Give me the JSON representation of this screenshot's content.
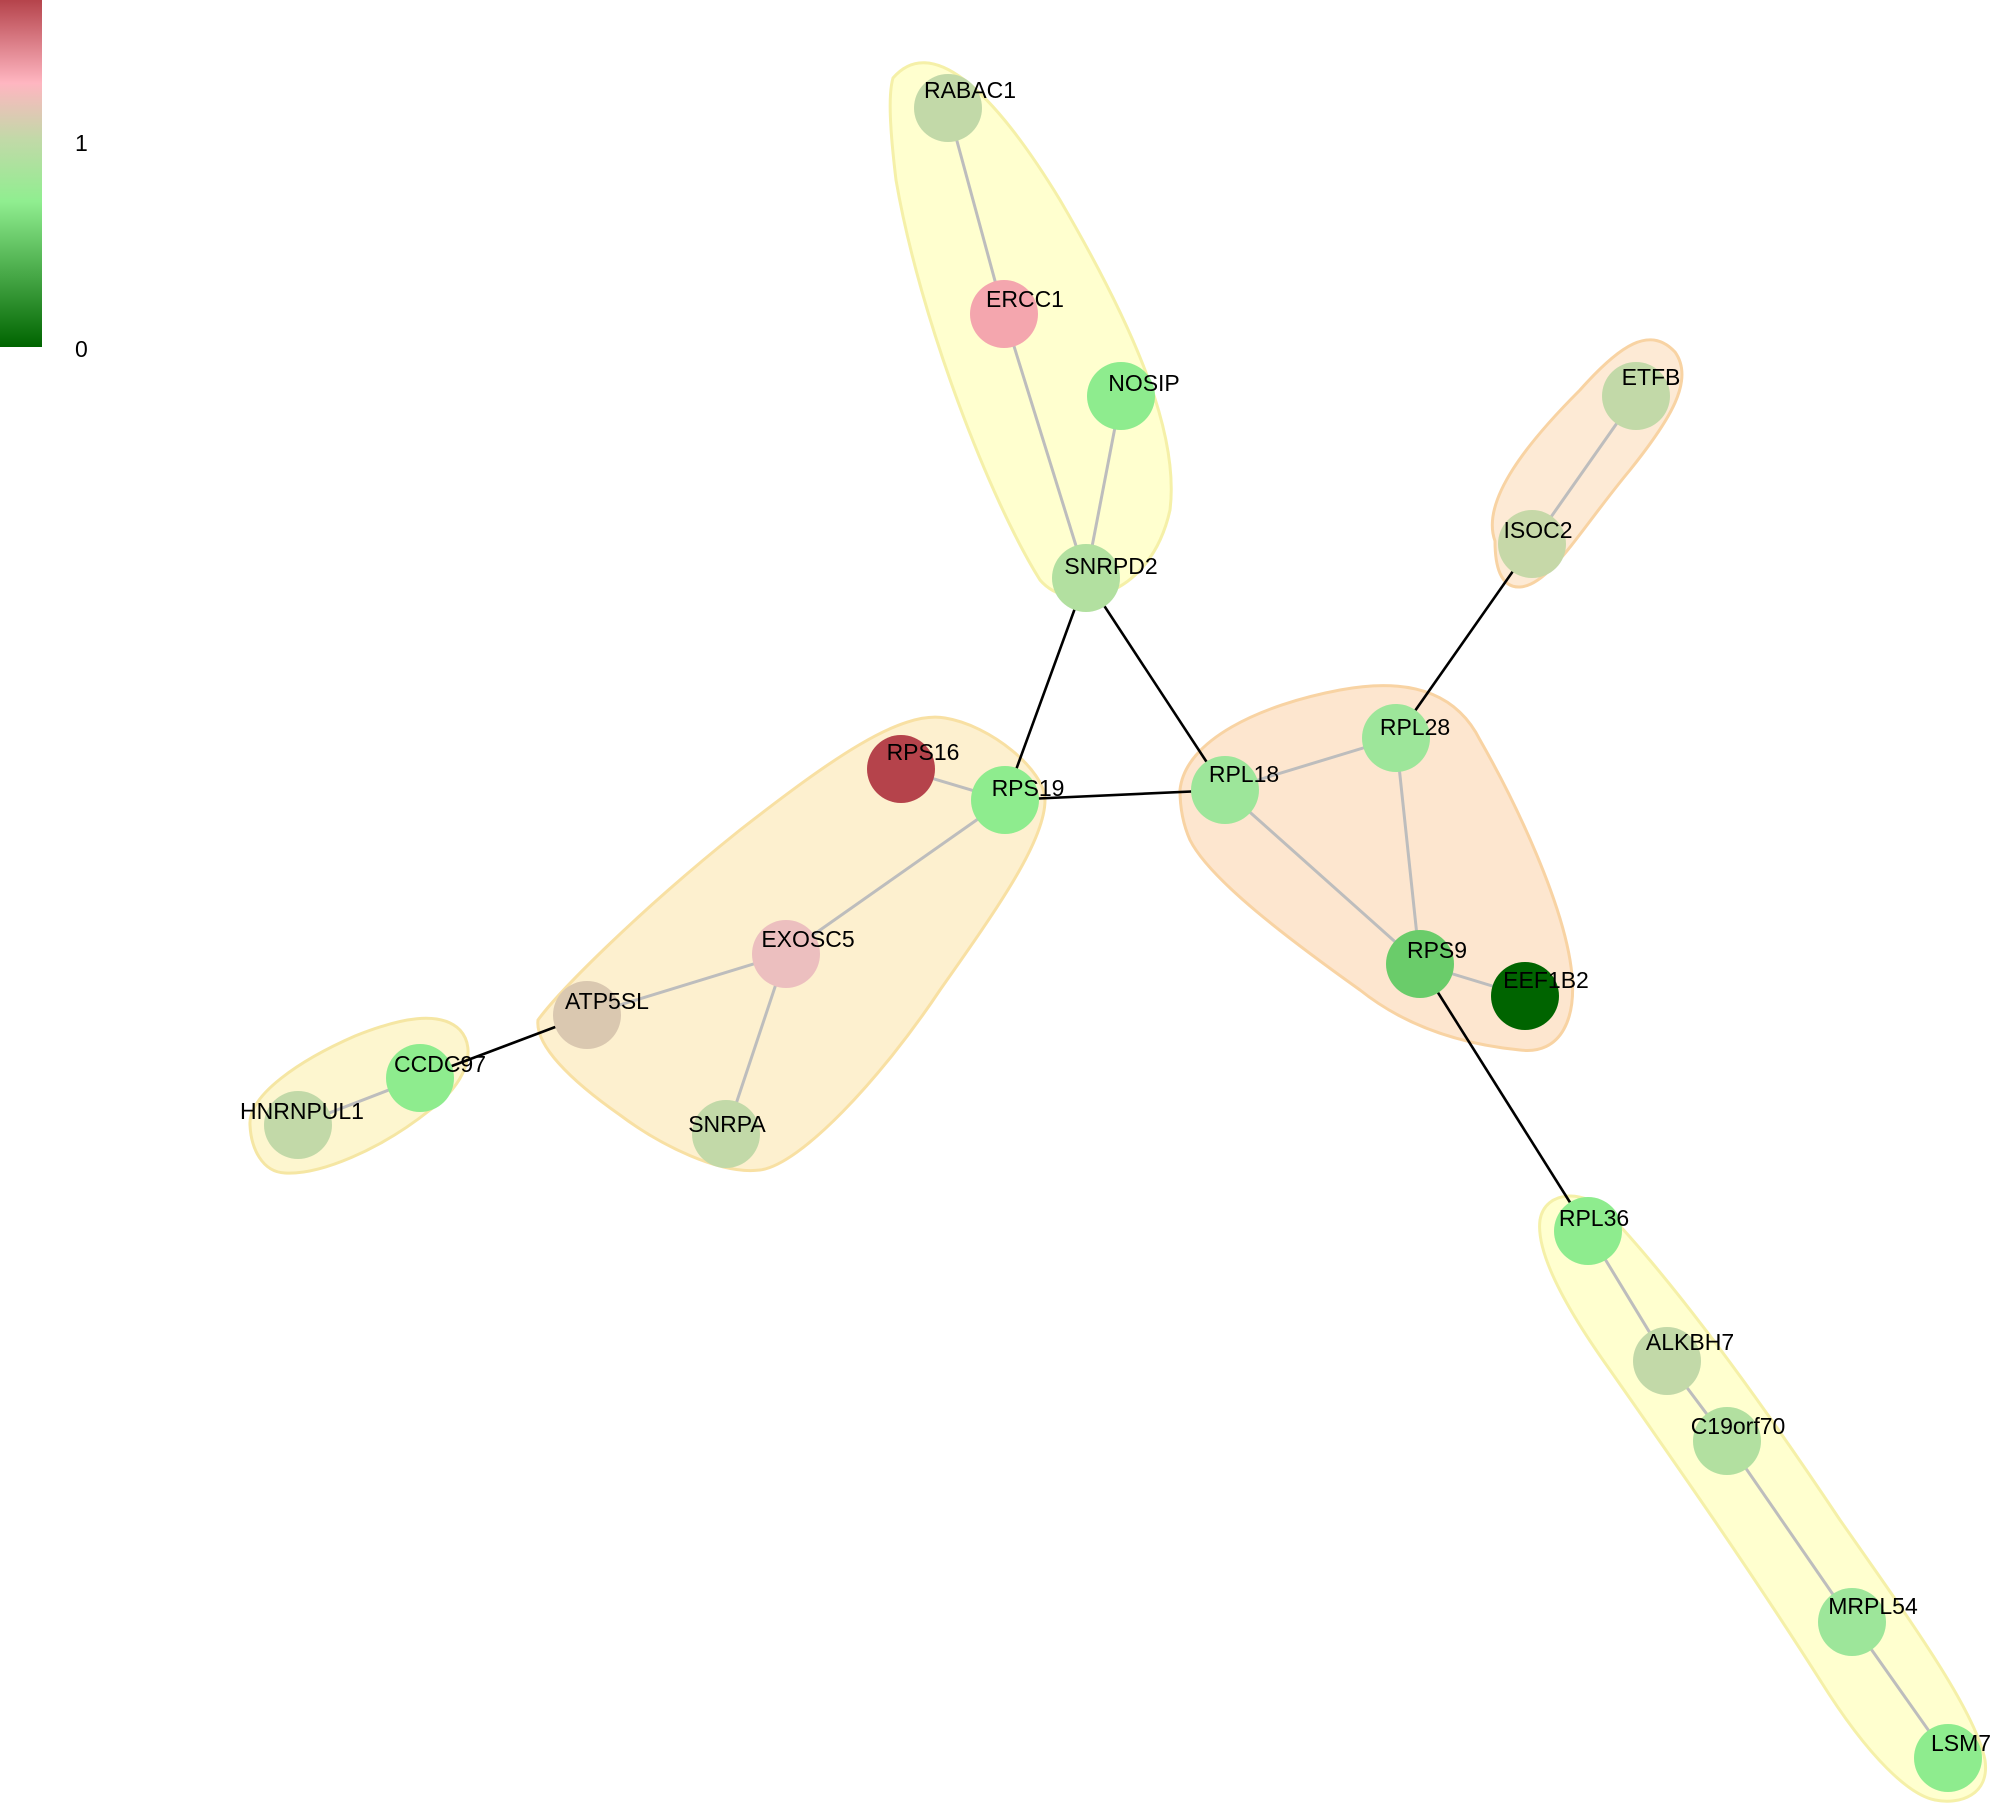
{
  "legend": {
    "ticks": [
      "0",
      "1"
    ],
    "gradient_colors": [
      "#006400",
      "#90ee90",
      "#c2d9a8",
      "#ffb6c1",
      "#b5434b"
    ]
  },
  "clusters": [
    {
      "id": "top",
      "fill": "#ffffcc",
      "stroke": "#f5f0a8"
    },
    {
      "id": "right-top",
      "fill": "#fde9d3",
      "stroke": "#f8d3a3"
    },
    {
      "id": "right-mid",
      "fill": "#fde5cc",
      "stroke": "#f8d3a3"
    },
    {
      "id": "left-mid",
      "fill": "#fdefcc",
      "stroke": "#f8e0a3"
    },
    {
      "id": "left-small",
      "fill": "#fdf6cc",
      "stroke": "#f5e6a3"
    },
    {
      "id": "bottom-right",
      "fill": "#ffffcc",
      "stroke": "#f5f0a8"
    }
  ],
  "nodes": [
    {
      "id": "RABAC1",
      "label": "RABAC1",
      "color": "#c2d9a8"
    },
    {
      "id": "ERCC1",
      "label": "ERCC1",
      "color": "#f4a6ae"
    },
    {
      "id": "NOSIP",
      "label": "NOSIP",
      "color": "#8eec8e"
    },
    {
      "id": "SNRPD2",
      "label": "SNRPD2",
      "color": "#b2e0a0"
    },
    {
      "id": "ETFB",
      "label": "ETFB",
      "color": "#c2d9a8"
    },
    {
      "id": "ISOC2",
      "label": "ISOC2",
      "color": "#c6d8a8"
    },
    {
      "id": "RPL28",
      "label": "RPL28",
      "color": "#9de69a"
    },
    {
      "id": "RPL18",
      "label": "RPL18",
      "color": "#9de69a"
    },
    {
      "id": "RPS9",
      "label": "RPS9",
      "color": "#6acc6a"
    },
    {
      "id": "EEF1B2",
      "label": "EEF1B2",
      "color": "#006400"
    },
    {
      "id": "RPS16",
      "label": "RPS16",
      "color": "#b5434b"
    },
    {
      "id": "RPS19",
      "label": "RPS19",
      "color": "#8eec8e"
    },
    {
      "id": "EXOSC5",
      "label": "EXOSC5",
      "color": "#ecbfbf"
    },
    {
      "id": "ATP5SL",
      "label": "ATP5SL",
      "color": "#dac8b0"
    },
    {
      "id": "SNRPA",
      "label": "SNRPA",
      "color": "#c2d9a8"
    },
    {
      "id": "CCDC97",
      "label": "CCDC97",
      "color": "#8eec8e"
    },
    {
      "id": "HNRNPUL1",
      "label": "HNRNPUL1",
      "color": "#c2d9a8"
    },
    {
      "id": "RPL36",
      "label": "RPL36",
      "color": "#8eec8e"
    },
    {
      "id": "ALKBH7",
      "label": "ALKBH7",
      "color": "#c2d9a8"
    },
    {
      "id": "C19orf70",
      "label": "C19orf70",
      "color": "#b2e0a0"
    },
    {
      "id": "MRPL54",
      "label": "MRPL54",
      "color": "#9de69a"
    },
    {
      "id": "LSM7",
      "label": "LSM7",
      "color": "#8eec8e"
    }
  ],
  "edges": [
    {
      "source": "RABAC1",
      "target": "ERCC1",
      "kind": "intra"
    },
    {
      "source": "ERCC1",
      "target": "SNRPD2",
      "kind": "intra"
    },
    {
      "source": "NOSIP",
      "target": "SNRPD2",
      "kind": "intra"
    },
    {
      "source": "ETFB",
      "target": "ISOC2",
      "kind": "intra"
    },
    {
      "source": "RPL18",
      "target": "RPL28",
      "kind": "intra"
    },
    {
      "source": "RPL28",
      "target": "RPS9",
      "kind": "intra"
    },
    {
      "source": "RPL18",
      "target": "RPS9",
      "kind": "intra"
    },
    {
      "source": "RPS9",
      "target": "EEF1B2",
      "kind": "intra"
    },
    {
      "source": "RPS16",
      "target": "RPS19",
      "kind": "intra"
    },
    {
      "source": "RPS19",
      "target": "EXOSC5",
      "kind": "intra"
    },
    {
      "source": "EXOSC5",
      "target": "ATP5SL",
      "kind": "intra"
    },
    {
      "source": "EXOSC5",
      "target": "SNRPA",
      "kind": "intra"
    },
    {
      "source": "CCDC97",
      "target": "HNRNPUL1",
      "kind": "intra"
    },
    {
      "source": "RPL36",
      "target": "ALKBH7",
      "kind": "intra"
    },
    {
      "source": "ALKBH7",
      "target": "C19orf70",
      "kind": "intra"
    },
    {
      "source": "C19orf70",
      "target": "MRPL54",
      "kind": "intra"
    },
    {
      "source": "MRPL54",
      "target": "LSM7",
      "kind": "intra"
    },
    {
      "source": "SNRPD2",
      "target": "RPS19",
      "kind": "inter"
    },
    {
      "source": "SNRPD2",
      "target": "RPL18",
      "kind": "inter"
    },
    {
      "source": "ISOC2",
      "target": "RPL28",
      "kind": "inter"
    },
    {
      "source": "RPS19",
      "target": "RPL18",
      "kind": "inter"
    },
    {
      "source": "ATP5SL",
      "target": "CCDC97",
      "kind": "inter"
    },
    {
      "source": "RPS9",
      "target": "RPL36",
      "kind": "inter"
    }
  ]
}
